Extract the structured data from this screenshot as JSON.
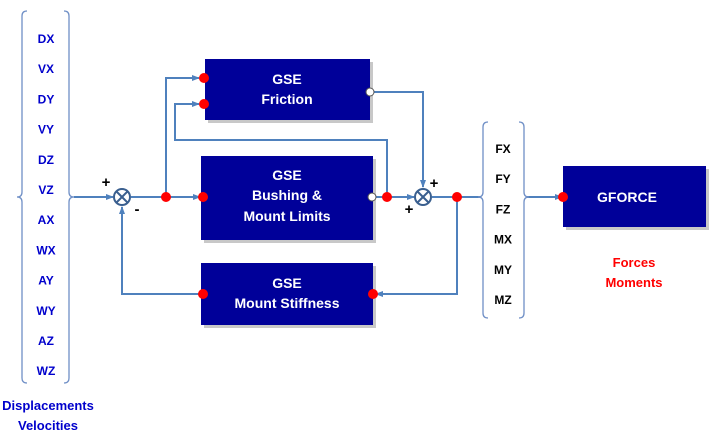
{
  "inputs": {
    "signals": [
      "DX",
      "VX",
      "DY",
      "VY",
      "DZ",
      "VZ",
      "AX",
      "WX",
      "AY",
      "WY",
      "AZ",
      "WZ"
    ],
    "caption_line1": "Displacements",
    "caption_line2": "Velocities"
  },
  "blocks": {
    "friction": {
      "line1": "GSE",
      "line2": "Friction"
    },
    "bushing": {
      "line1": "GSE",
      "line2": "Bushing &",
      "line3": "Mount Limits"
    },
    "stiffness": {
      "line1": "GSE",
      "line2": "Mount Stiffness"
    },
    "gforce": {
      "label": "GFORCE"
    }
  },
  "summing_junctions": {
    "input": {
      "sign_top": "+",
      "sign_bottom": "-"
    },
    "output": {
      "sign_top": "+",
      "sign_left": "+"
    }
  },
  "outputs": {
    "signals": [
      "FX",
      "FY",
      "FZ",
      "MX",
      "MY",
      "MZ"
    ],
    "caption_line1": "Forces",
    "caption_line2": "Moments"
  },
  "colors": {
    "block_fill": "#000099",
    "wire": "#4f81bd",
    "port_dot": "#ff0000",
    "input_text": "#0000cc",
    "output_caption": "#ff0000"
  }
}
